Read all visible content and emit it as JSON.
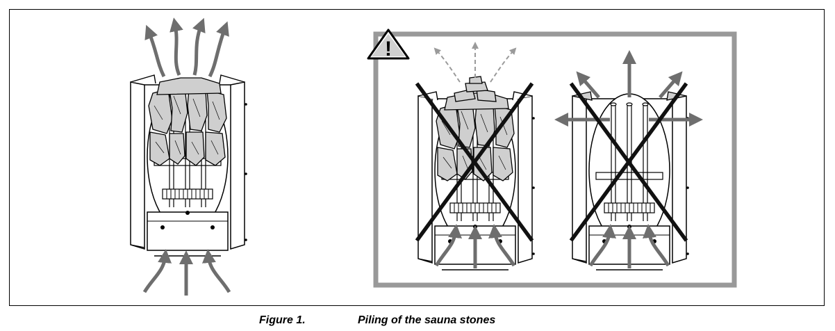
{
  "figure": {
    "number": "Figure 1.",
    "title": "Piling of the sauna stones"
  },
  "warning": {
    "icon": "warning-triangle-icon",
    "symbol": "!"
  },
  "colors": {
    "warning_box": "#999999",
    "stone_fill": "#cfcfcf",
    "arrow": "#6e6e6e",
    "cross": "#111111"
  },
  "panels": [
    {
      "name": "correct-stone-pile",
      "label": ""
    },
    {
      "name": "too-many-stones",
      "label": ""
    },
    {
      "name": "too-few-stones",
      "label": ""
    }
  ]
}
